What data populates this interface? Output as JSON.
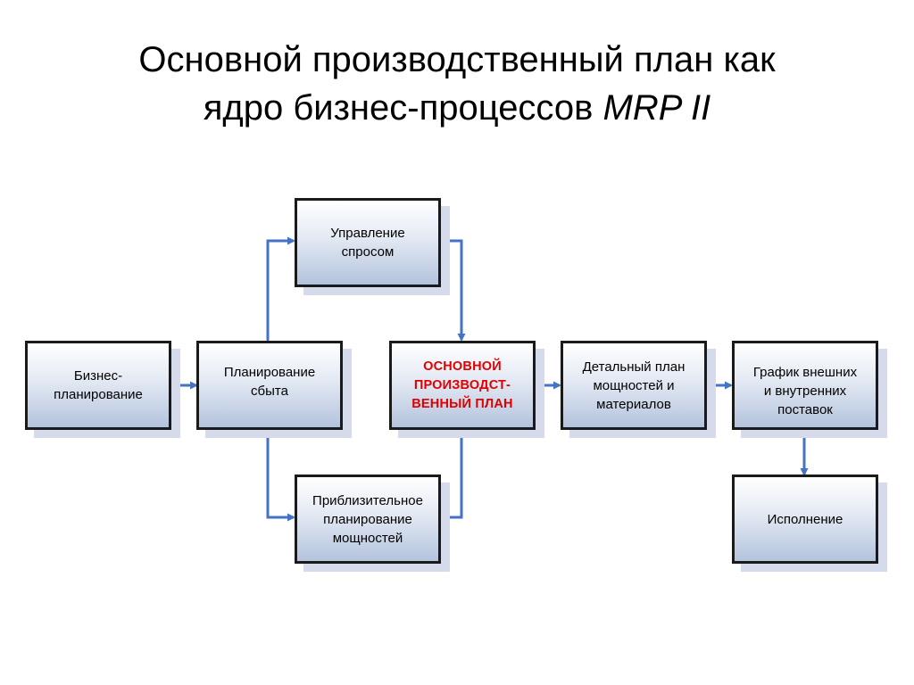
{
  "title": {
    "line1": "Основной производственный план как",
    "line2_prefix": "ядро бизнес-процессов",
    "line2_italic": "MRP II"
  },
  "boxes": {
    "demand": "Управление\nспросом",
    "business": "Бизнес-\nпланирование",
    "sales": "Планирование\nсбыта",
    "mps": "ОСНОВНОЙ\nПРОИЗВОДСТ-\nВЕННЫЙ ПЛАН",
    "detailed": "Детальный план\nмощностей и\nматериалов",
    "schedule": "График внешних\nи внутренних\nпоставок",
    "rough": "Приблизительное\nпланирование\nмощностей",
    "execution": "Исполнение"
  },
  "colors": {
    "arrow": "#4472c4",
    "border": "#1a1a1a",
    "highlight_text": "#e00000"
  }
}
